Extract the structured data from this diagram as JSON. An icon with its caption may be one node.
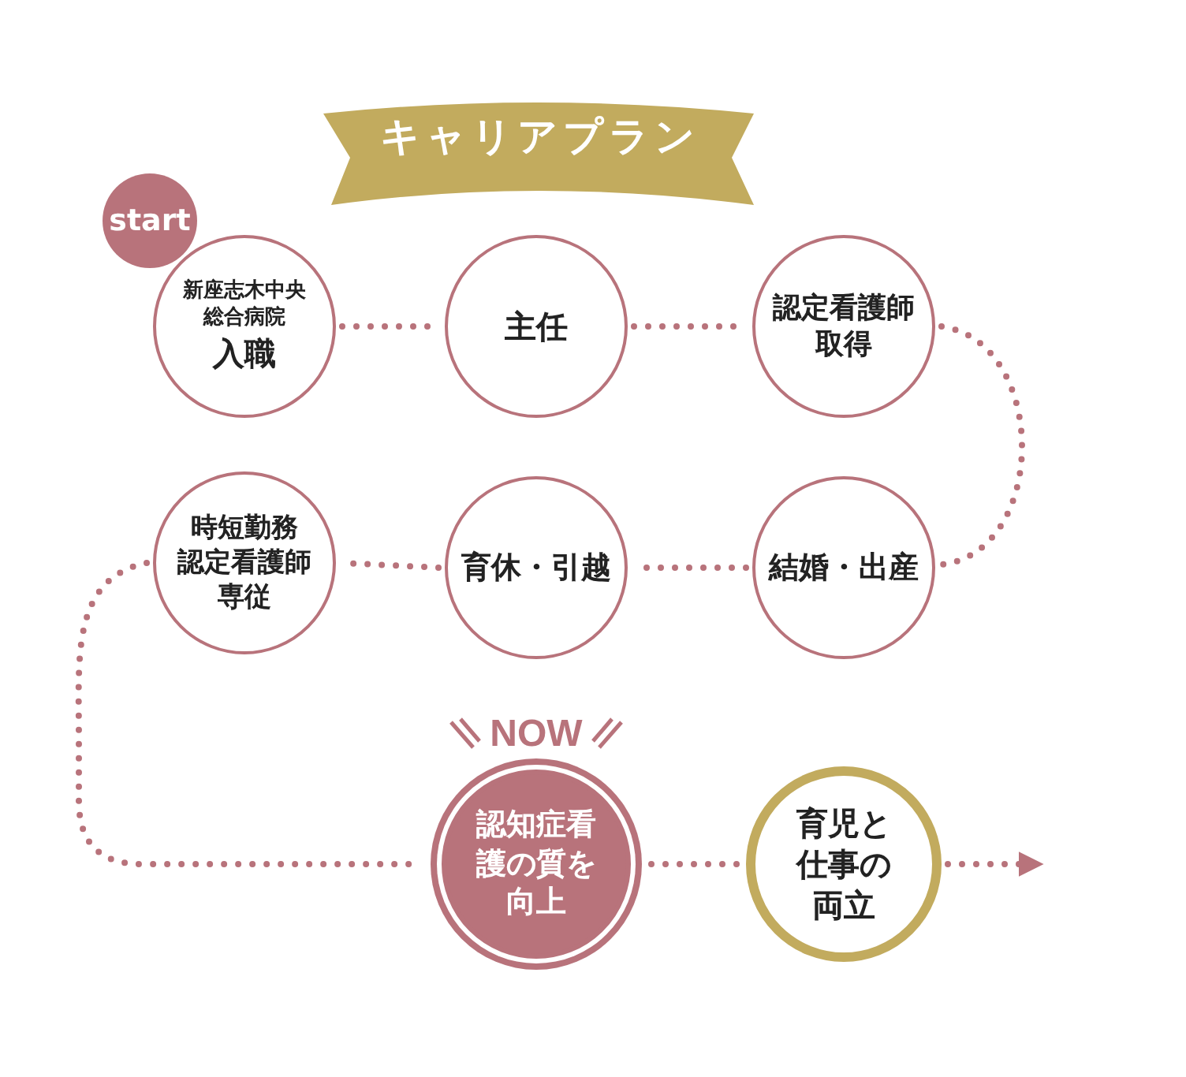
{
  "diagram": {
    "title": "キャリアプラン",
    "nodes": [
      {
        "text": [
          "start"
        ]
      },
      {
        "text": [
          "新座志木中央総合病院",
          "入職"
        ]
      },
      {
        "text": [
          "主任"
        ]
      },
      {
        "text": [
          "認定看護師取得"
        ]
      },
      {
        "text": [
          "結婚・出産"
        ]
      },
      {
        "text": [
          "育休・引越"
        ]
      },
      {
        "text": [
          "時短勤務",
          "認定看護師専従"
        ]
      },
      {
        "text": [
          "認知症看護の質を向上"
        ],
        "beside": [
          "NOW"
        ]
      },
      {
        "text": [
          "育児と仕事の両立"
        ]
      }
    ],
    "edges": [
      {
        "from": 1,
        "to": 2,
        "arrow": "none"
      },
      {
        "from": 2,
        "to": 3,
        "arrow": "none"
      },
      {
        "from": 3,
        "to": 4,
        "arrow": "none"
      },
      {
        "from": 4,
        "to": 5,
        "arrow": "none"
      },
      {
        "from": 5,
        "to": 6,
        "arrow": "none"
      },
      {
        "from": 6,
        "to": 7,
        "arrow": "none"
      },
      {
        "from": 7,
        "to": 8,
        "arrow": "none"
      },
      {
        "from": 8,
        "to": null,
        "arrow": "to"
      }
    ]
  }
}
